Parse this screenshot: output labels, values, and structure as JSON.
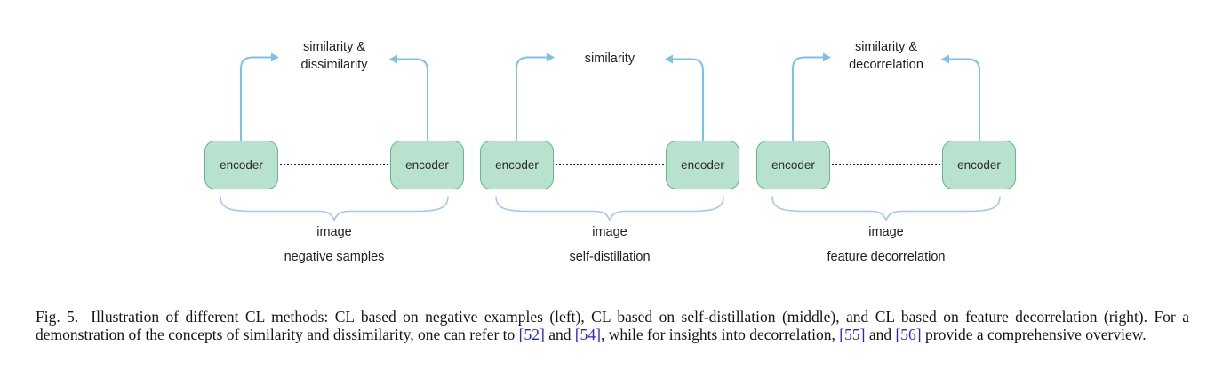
{
  "figure": {
    "colors": {
      "box_fill": "#b9e2ce",
      "box_border": "#60ba8d",
      "arrow_blue": "#79c2ec",
      "brace_blue": "#a9c6f2",
      "citation_blue": "#2525dd"
    },
    "panels": [
      {
        "top_label_line1": "similarity &",
        "top_label_line2": "dissimilarity",
        "left_encoder": "encoder",
        "right_encoder": "encoder",
        "bottom_label1": "image",
        "bottom_label2": "negative samples"
      },
      {
        "top_label_line1": "similarity",
        "top_label_line2": "",
        "left_encoder": "encoder",
        "right_encoder": "encoder",
        "bottom_label1": "image",
        "bottom_label2": "self-distillation"
      },
      {
        "top_label_line1": "similarity &",
        "top_label_line2": "decorrelation",
        "left_encoder": "encoder",
        "right_encoder": "encoder",
        "bottom_label1": "image",
        "bottom_label2": "feature decorrelation"
      }
    ]
  },
  "caption": {
    "fig_label": "Fig. 5.",
    "text_1": "Illustration of different CL methods: CL based on negative examples (left), CL based on self-distillation (middle), and CL based on feature decorrelation (right). For a demonstration of the concepts of similarity and dissimilarity, one can refer to ",
    "cite_1": "[52]",
    "text_2": " and ",
    "cite_2": "[54]",
    "text_3": ", while for insights into decorrelation, ",
    "cite_3": "[55]",
    "text_4": " and ",
    "cite_4": "[56]",
    "text_5": " provide a comprehensive overview."
  }
}
